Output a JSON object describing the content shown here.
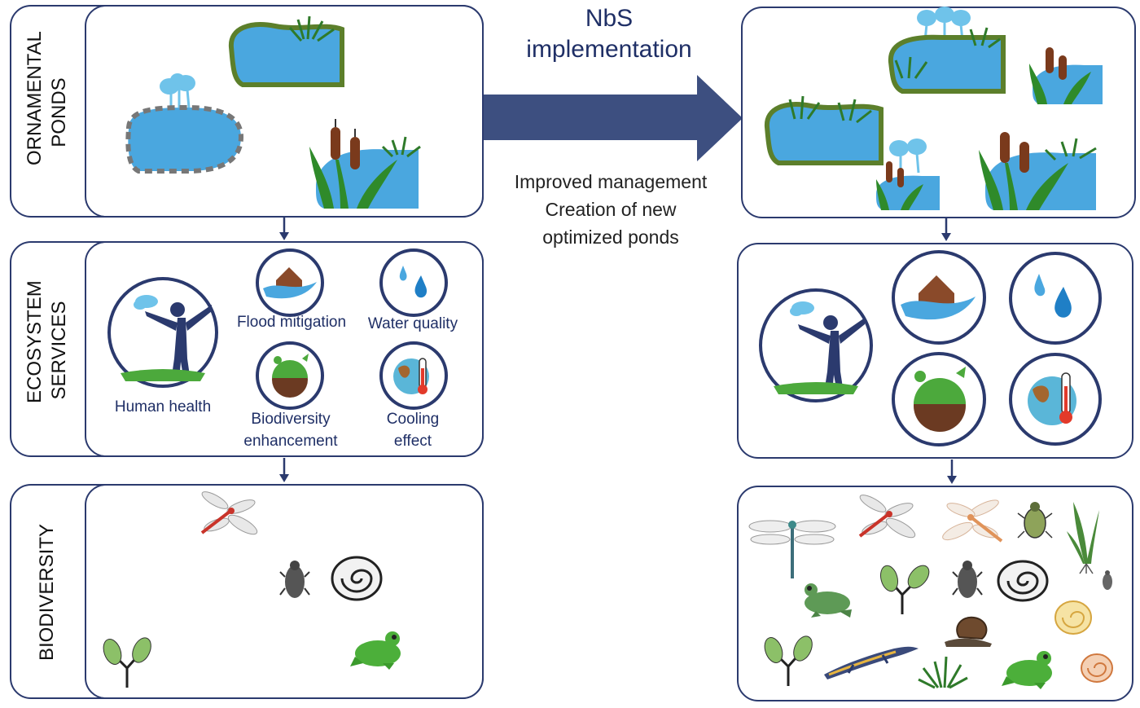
{
  "rows": {
    "ponds": [
      "ORNAMENTAL",
      "PONDS"
    ],
    "services": [
      "ECOSYSTEM",
      "SERVICES"
    ],
    "biodiversity": [
      "BIODIVERSITY"
    ]
  },
  "center": {
    "title_line1": "NbS",
    "title_line2": "implementation",
    "desc_line1": "Improved management",
    "desc_line2": "Creation of new",
    "desc_line3": "optimized ponds"
  },
  "services": {
    "human_health": "Human health",
    "flood": "Flood mitigation",
    "water": "Water quality",
    "bio_line1": "Biodiversity",
    "bio_line2": "enhancement",
    "cool_line1": "Cooling",
    "cool_line2": "effect"
  },
  "colors": {
    "frame": "#2b3a6e",
    "arrow": "#3d4f80",
    "water": "#4aa7df",
    "pond_rim": "#5c7f2b",
    "text": "#1f2f66"
  }
}
